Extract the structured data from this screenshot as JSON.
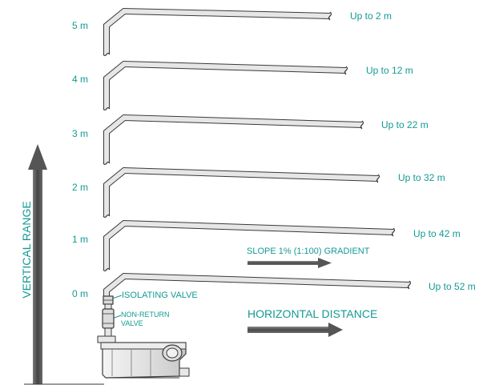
{
  "heights": [
    {
      "height": "5 m",
      "run": "Up to 2 m"
    },
    {
      "height": "4 m",
      "run": "Up to 12 m"
    },
    {
      "height": "3 m",
      "run": "Up to 22 m"
    },
    {
      "height": "2 m",
      "run": "Up to 32 m"
    },
    {
      "height": "1 m",
      "run": "Up to 42 m"
    },
    {
      "height": "0 m",
      "run": "Up to 52 m"
    }
  ],
  "vertical_label": "VERTICAL RANGE",
  "slope_label": "SLOPE 1% (1:100) GRADIENT",
  "horizontal_label": "HORIZONTAL DISTANCE",
  "isolating_valve_label": "ISOLATING VALVE",
  "non_return_valve_label_line1": "NON-RETURN",
  "non_return_valve_label_line2": "VALVE",
  "colors": {
    "label": "#139a93",
    "arrow": "#555555",
    "pipe_outline": "#3a3a3a",
    "pipe_fill": "#e6e6e6"
  }
}
